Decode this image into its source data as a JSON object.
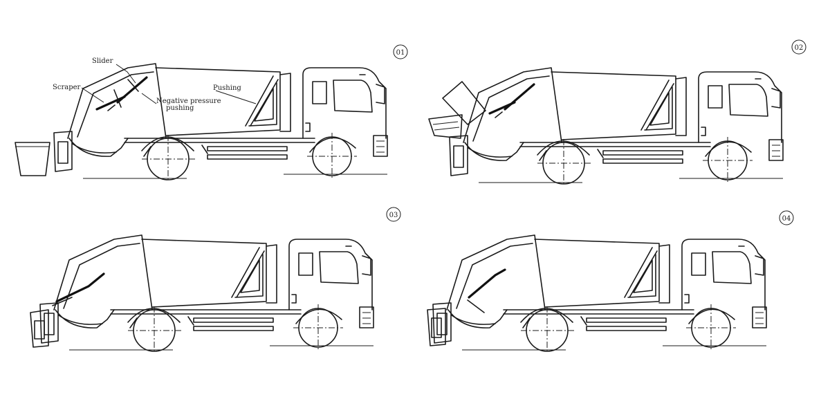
{
  "panels": [
    {
      "id": "panel-1",
      "step": "01"
    },
    {
      "id": "panel-2",
      "step": "02"
    },
    {
      "id": "panel-3",
      "step": "03"
    },
    {
      "id": "panel-4",
      "step": "04"
    }
  ],
  "labels": {
    "slider": "Slider",
    "scraper": "Scraper",
    "negative_pressure_line1": "Negative pressure",
    "negative_pressure_line2": "pushing",
    "pushing": "Pushing"
  }
}
